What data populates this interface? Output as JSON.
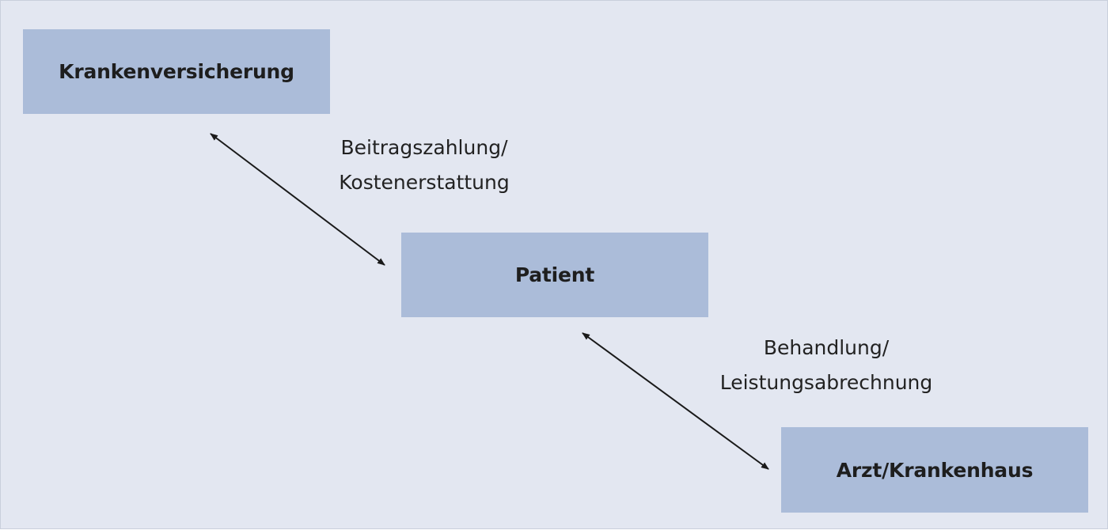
{
  "nodes": {
    "insurance": {
      "label": "Krankenversicherung"
    },
    "patient": {
      "label": "Patient"
    },
    "doctor": {
      "label": "Arzt/Krankenhaus"
    }
  },
  "edges": {
    "insurance_patient": {
      "label_line1": "Beitragszahlung/",
      "label_line2": "Kostenerstattung"
    },
    "patient_doctor": {
      "label_line1": "Behandlung/",
      "label_line2": "Leistungsabrechnung"
    }
  },
  "colors": {
    "background": "#e3e7f1",
    "box_fill": "#abbcd9",
    "arrow": "#1a1a1a"
  }
}
